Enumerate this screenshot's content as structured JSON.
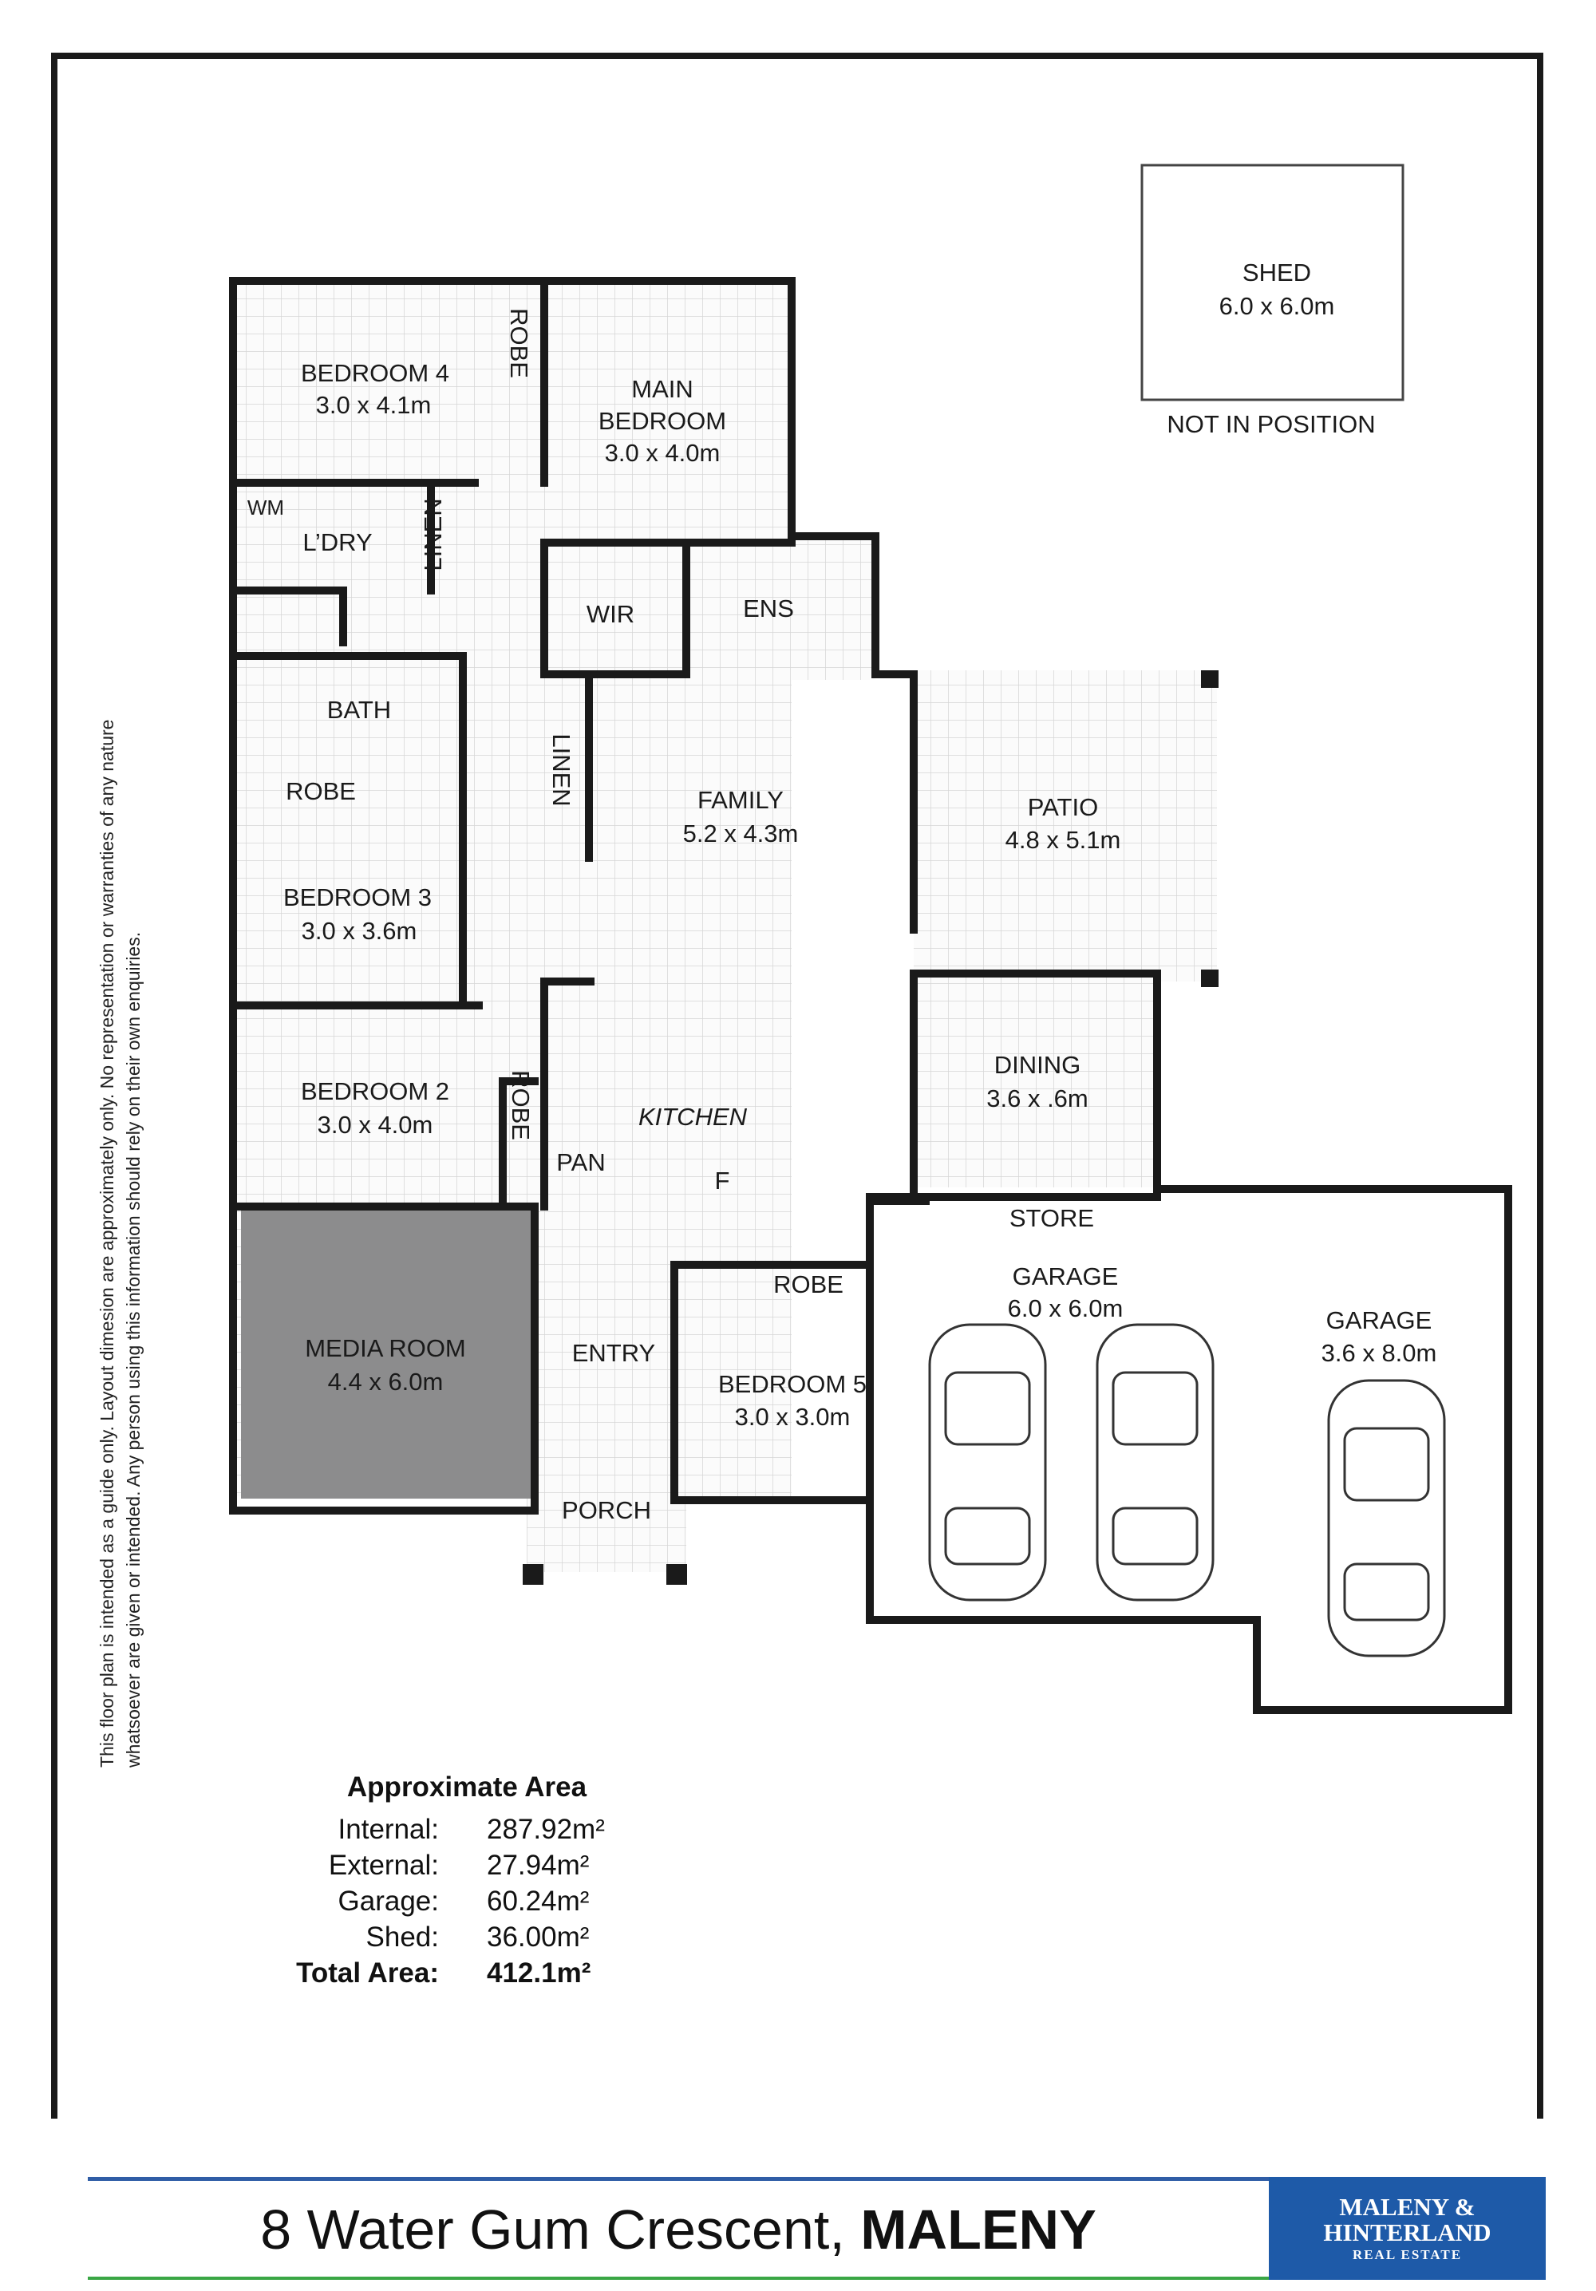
{
  "rooms": {
    "bedroom4": {
      "name": "BEDROOM 4",
      "size": "3.0 x 4.1m"
    },
    "main_bedroom": {
      "name1": "MAIN",
      "name2": "BEDROOM",
      "size": "3.0 x 4.0m"
    },
    "robe_top": "ROBE",
    "wm": "WM",
    "laundry": "L’DRY",
    "linen_left": "LINEN",
    "wir": "WIR",
    "ens": "ENS",
    "bath": "BATH",
    "robe_bath": "ROBE",
    "linen_center": "LINEN",
    "family": {
      "name": "FAMILY",
      "size": "5.2 x 4.3m"
    },
    "patio": {
      "name": "PATIO",
      "size": "4.8 x 5.1m"
    },
    "bedroom3": {
      "name": "BEDROOM 3",
      "size": "3.0 x 3.6m"
    },
    "bedroom2": {
      "name": "BEDROOM 2",
      "size": "3.0 x 4.0m"
    },
    "robe_bed2": "ROBE",
    "kitchen": "KITCHEN",
    "pantry": "PAN",
    "fridge": "F",
    "dining": {
      "name": "DINING",
      "size": "3.6 x .6m"
    },
    "store": "STORE",
    "garage1": {
      "name": "GARAGE",
      "size": "6.0 x 6.0m"
    },
    "garage2": {
      "name": "GARAGE",
      "size": "3.6 x 8.0m"
    },
    "media": {
      "name": "MEDIA ROOM",
      "size": "4.4 x 6.0m"
    },
    "entry": "ENTRY",
    "bedroom5": {
      "name": "BEDROOM 5",
      "size": "3.0 x 3.0m"
    },
    "robe_bed5": "ROBE",
    "porch": "PORCH",
    "shed": {
      "name": "SHED",
      "size": "6.0 x 6.0m",
      "note": "NOT IN POSITION"
    }
  },
  "disclaimer": {
    "line1": "This floor plan is intended as a guide only. Layout dimesion are approximately only. No representation or warranties of any nature",
    "line2": "whatsoever are given or intended. Any person using this information should rely on their own enquiries."
  },
  "area": {
    "title": "Approximate Area",
    "rows": [
      {
        "label": "Internal:",
        "value": "287.92m²"
      },
      {
        "label": "External:",
        "value": "27.94m²"
      },
      {
        "label": "Garage:",
        "value": "60.24m²"
      },
      {
        "label": "Shed:",
        "value": "36.00m²"
      }
    ],
    "total_label": "Total Area:",
    "total_value": "412.1m²"
  },
  "footer": {
    "address": "8 Water Gum Crescent,",
    "suburb": "MALENY",
    "logo_line1": "MALENY &",
    "logo_line2": "HINTERLAND",
    "logo_line3": "REAL ESTATE"
  },
  "colors": {
    "media_fill": "#8c8c8d",
    "wall": "#1a1a1a",
    "grid": "#dcdcdc",
    "brand_blue": "#1e5aa8",
    "brand_green": "#3aa645"
  }
}
